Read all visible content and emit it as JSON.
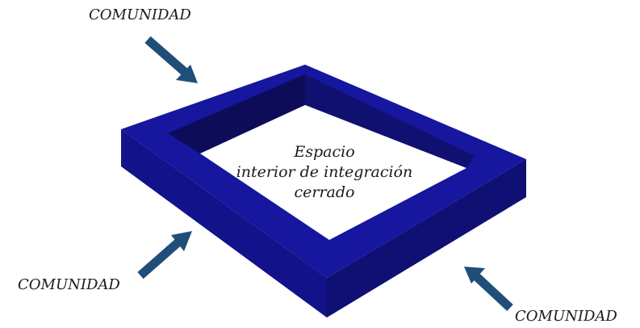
{
  "colors": {
    "frame_top": "#16169e",
    "frame_left_side": "#12128a",
    "frame_right_side": "#0f0f74",
    "frame_inner_far": "#0c0c58",
    "frame_inner_near": "#101070",
    "arrow": "#1f4e79"
  },
  "labels": {
    "top": "COMUNIDAD",
    "left": "COMUNIDAD",
    "right": "COMUNIDAD"
  },
  "center": {
    "line1": "Espacio",
    "line2": "interior de integración",
    "line3": "cerrado"
  }
}
